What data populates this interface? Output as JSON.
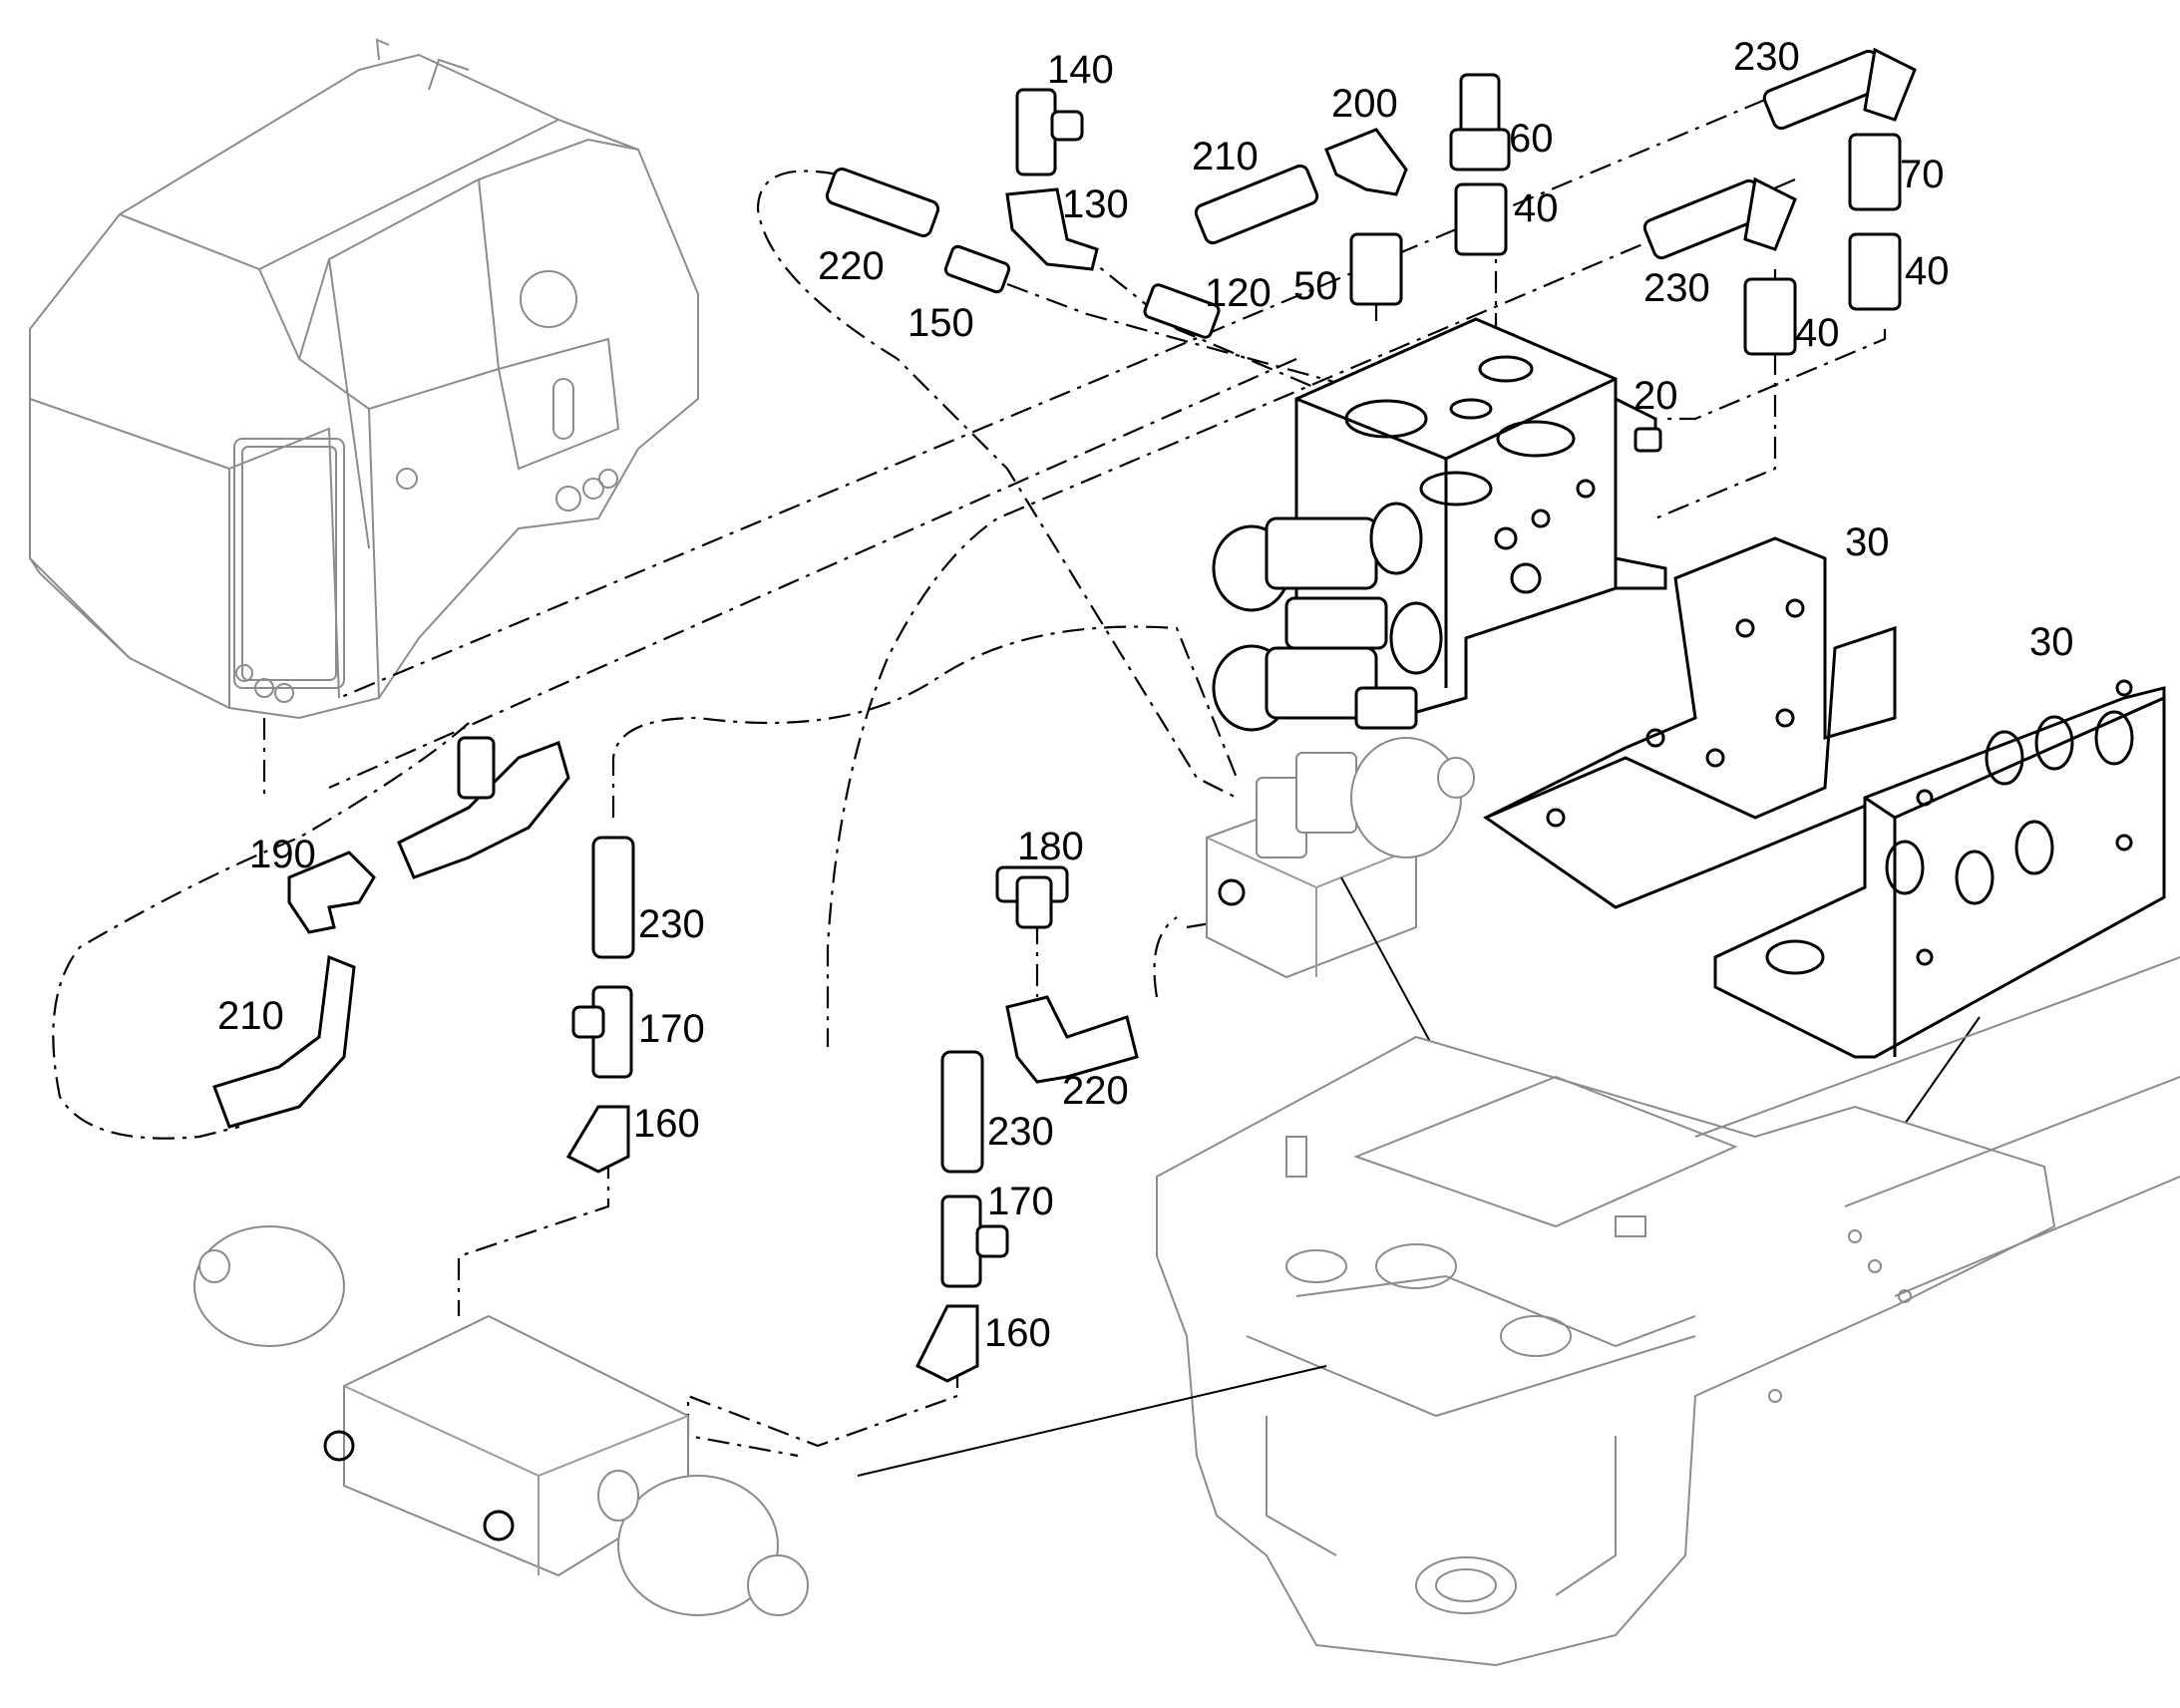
{
  "diagram": {
    "labels": {
      "l140": "140",
      "l200": "200",
      "l60": "60",
      "l230a": "230",
      "l210a": "210",
      "l130": "130",
      "l70": "70",
      "l40a": "40",
      "l220a": "220",
      "l120": "120",
      "l50": "50",
      "l40b": "40",
      "l230b": "230",
      "l40c": "40",
      "l150": "150",
      "l20": "20",
      "l30a": "30",
      "l30b": "30",
      "l190": "190",
      "l180": "180",
      "l230c": "230",
      "l210b": "210",
      "l170a": "170",
      "l220b": "220",
      "l160a": "160",
      "l230d": "230",
      "l170b": "170",
      "l160b": "160"
    }
  }
}
